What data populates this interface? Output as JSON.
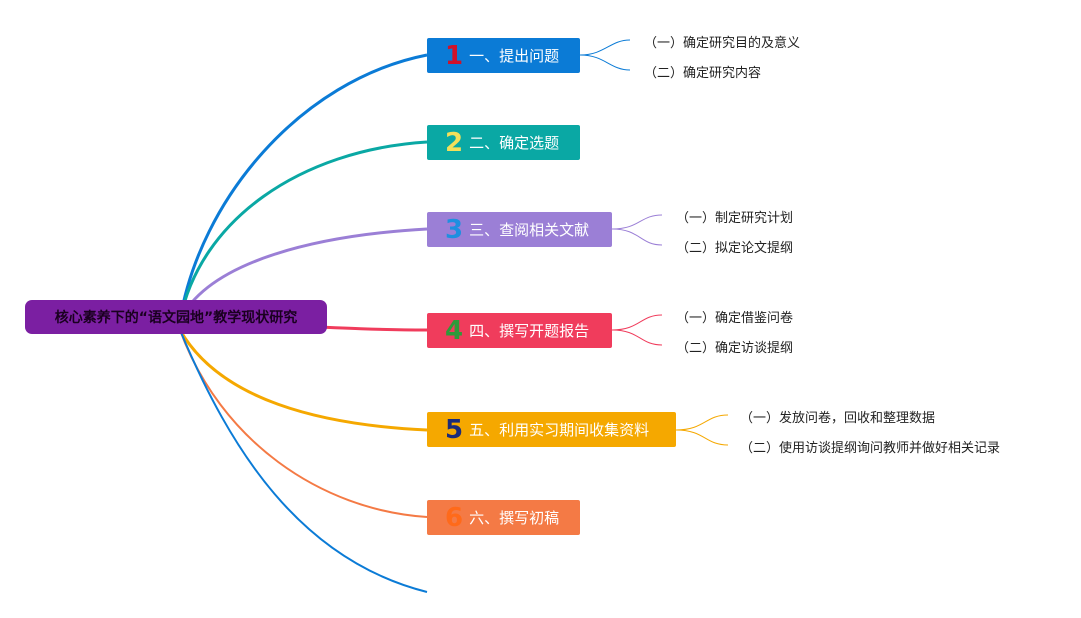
{
  "root": {
    "label": "核心素养下的“语文园地”教学现状研究",
    "color": "#7b1fa2"
  },
  "branches": [
    {
      "num": "1",
      "label": "一、提出问题",
      "color": "#0b7bd6",
      "num_color": "#d0122a",
      "children": [
        "（一）确定研究目的及意义",
        "（二）确定研究内容"
      ]
    },
    {
      "num": "2",
      "label": "二、确定选题",
      "color": "#0aa8a4",
      "num_color": "#f3e05a",
      "children": []
    },
    {
      "num": "3",
      "label": "三、查阅相关文献",
      "color": "#9b7fd6",
      "num_color": "#1f8fe0",
      "children": [
        "（一）制定研究计划",
        "（二）拟定论文提纲"
      ]
    },
    {
      "num": "4",
      "label": "四、撰写开题报告",
      "color": "#f03c5c",
      "num_color": "#2f9a3a",
      "children": [
        "（一）确定借鉴问卷",
        "（二）确定访谈提纲"
      ]
    },
    {
      "num": "5",
      "label": "五、利用实习期间收集资料",
      "color": "#f5a800",
      "num_color": "#1a2a7a",
      "children": [
        "（一）发放问卷，回收和整理数据",
        "（二）使用访谈提纲询问教师并做好相关记录"
      ]
    },
    {
      "num": "6",
      "label": "六、撰写初稿",
      "color": "#f47a45",
      "num_color": "#ff6a1a",
      "children": []
    }
  ]
}
